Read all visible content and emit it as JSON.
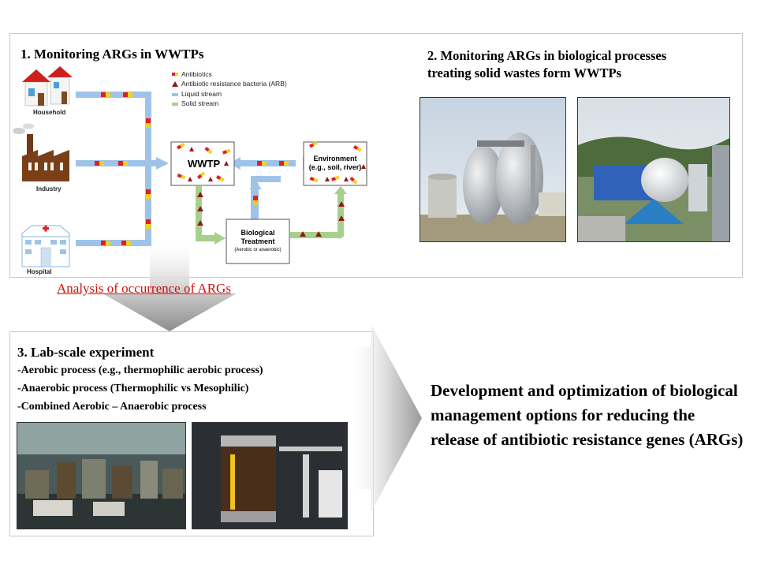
{
  "section1": {
    "title": "1. Monitoring ARGs in WWTPs",
    "legend": [
      {
        "label": "Antibiotics",
        "icon": "antibiotic-pill-icon"
      },
      {
        "label": "Antibiotic resistance bacteria (ARB)",
        "icon": "arb-triangle-icon"
      },
      {
        "label": "Liquid stream",
        "icon": "liquid-stream-icon"
      },
      {
        "label": "Solid stream",
        "icon": "solid-stream-icon"
      }
    ],
    "sources": {
      "household": "Household",
      "industry": "Industry",
      "hospital": "Hospital"
    },
    "wwtp": "WWTP",
    "environment": {
      "line1": "Environment",
      "line2": "(e.g., soil, river)"
    },
    "bio": {
      "line1": "Biological",
      "line2": "Treatment",
      "line3": "(Aerobic or anaerobic)"
    }
  },
  "section2": {
    "title_line1": "2. Monitoring ARGs in biological processes",
    "title_line2": "treating solid wastes form WWTPs"
  },
  "analysis_label": "Analysis of occurrence of ARGs",
  "section3": {
    "title": "3. Lab-scale experiment",
    "items": [
      "-Aerobic process (e.g., thermophilic aerobic process)",
      "-Anaerobic process (Thermophilic vs Mesophilic)",
      "-Combined Aerobic – Anaerobic process"
    ]
  },
  "conclusion": "Development and optimization of biological management options for reducing the release of antibiotic resistance genes (ARGs)",
  "colors": {
    "liquid": "#9fc3e8",
    "solid": "#a8d08d",
    "antibiotic_red": "#e02020",
    "antibiotic_yellow": "#f2d21b",
    "arb": "#8b1a1a"
  }
}
